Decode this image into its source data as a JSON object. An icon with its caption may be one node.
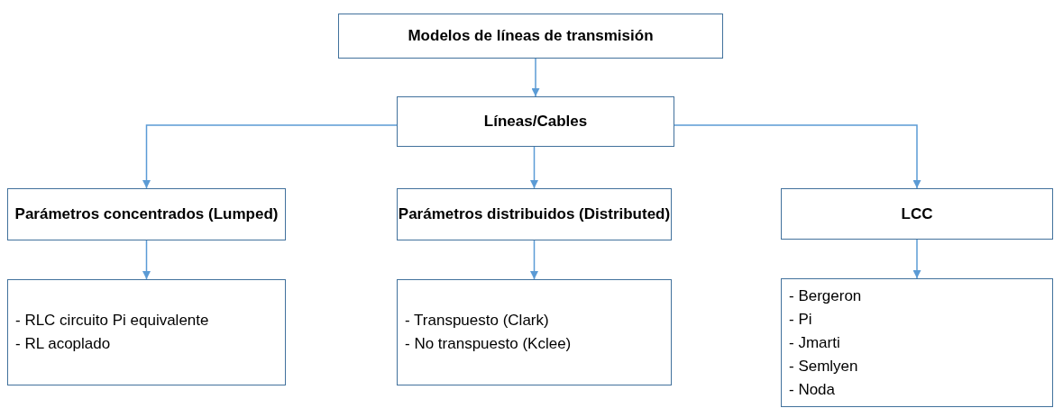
{
  "diagram": {
    "nodes": [
      {
        "text": [
          "Modelos de líneas de transmisión"
        ]
      },
      {
        "text": [
          "Líneas/Cables"
        ]
      },
      {
        "text": [
          "Parámetros concentrados (Lumped)"
        ]
      },
      {
        "text": [
          "Parámetros distribuidos (Distributed)"
        ]
      },
      {
        "text": [
          "LCC"
        ]
      },
      {
        "text": [
          "- RLC circuito Pi equivalente",
          "- RL acoplado"
        ]
      },
      {
        "text": [
          "- Transpuesto (Clark)",
          "- No transpuesto (Kclee)"
        ]
      },
      {
        "text": [
          "- Bergeron",
          "- Pi",
          "- Jmarti",
          "- Semlyen",
          "- Noda"
        ]
      }
    ],
    "edges": [
      {
        "from": 0,
        "to": 1,
        "arrow": "to"
      },
      {
        "from": 1,
        "to": 2,
        "arrow": "to"
      },
      {
        "from": 1,
        "to": 3,
        "arrow": "to"
      },
      {
        "from": 1,
        "to": 4,
        "arrow": "to"
      },
      {
        "from": 2,
        "to": 5,
        "arrow": "to"
      },
      {
        "from": 3,
        "to": 6,
        "arrow": "to"
      },
      {
        "from": 4,
        "to": 7,
        "arrow": "to"
      }
    ]
  }
}
